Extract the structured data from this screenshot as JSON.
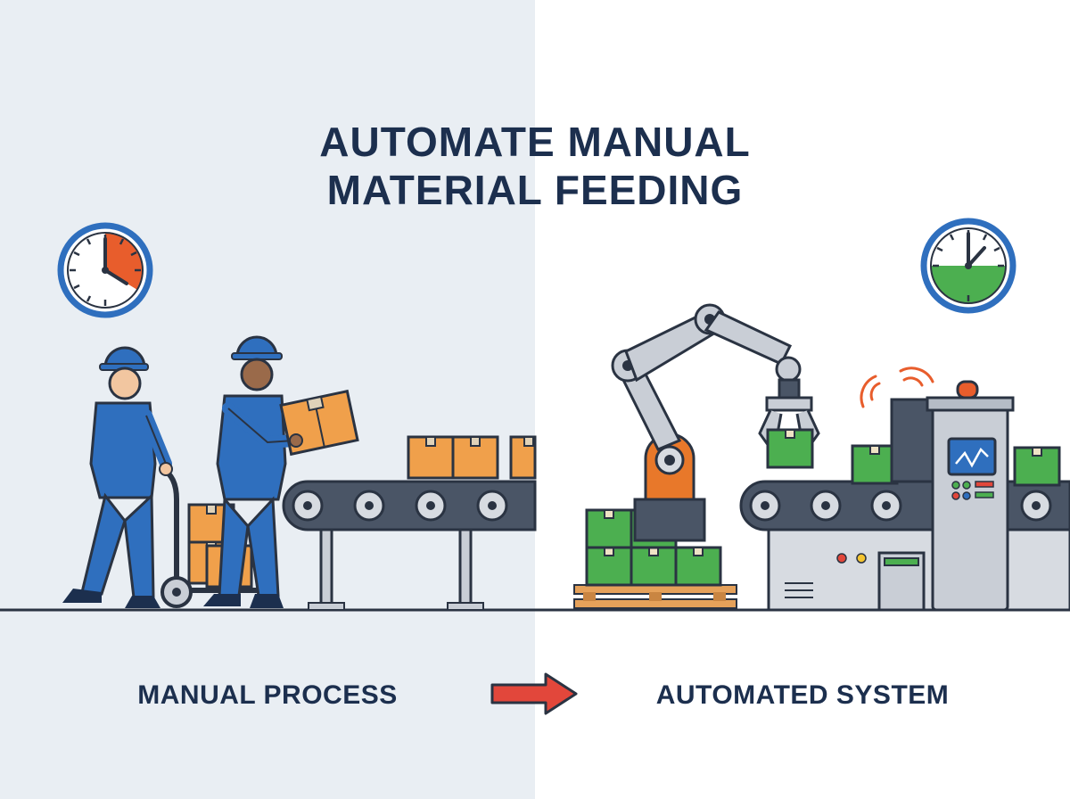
{
  "title": {
    "line1": "AUTOMATE MANUAL",
    "line2": "MATERIAL FEEDING"
  },
  "captions": {
    "left": "MANUAL PROCESS",
    "right": "AUTOMATED SYSTEM"
  },
  "icons": {
    "left_clock": "clock-icon",
    "right_clock": "clock-icon",
    "arrow": "arrow-right-icon",
    "signal": "wireless-signal-icon"
  },
  "colors": {
    "title_text": "#1c2f4e",
    "left_background": "#e9eef3",
    "right_background": "#ffffff",
    "worker_blue": "#2f6fbe",
    "box_orange": "#f0a04b",
    "box_green": "#4caf50",
    "robot_gray": "#c9ced6",
    "robot_orange": "#e8782a",
    "arrow_red": "#e2473b",
    "clock_blue": "#2f6fbe"
  }
}
